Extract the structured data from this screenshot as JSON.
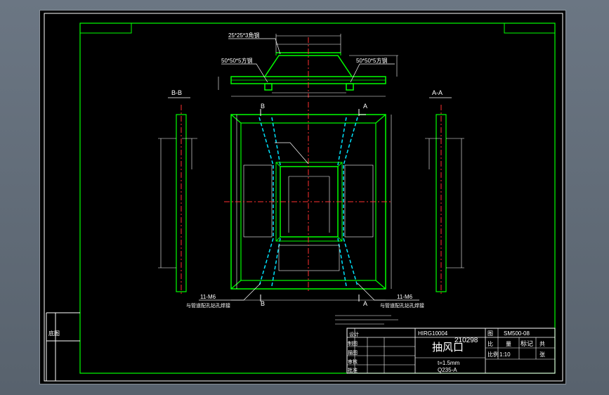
{
  "drawing": {
    "labels": {
      "angle_small": "25*25*3角钢",
      "angle_left": "50*50*5方钢",
      "angle_right": "50*50*5方钢",
      "section_b": "B-B",
      "section_a": "A-A",
      "mark_b_top": "B",
      "mark_a_top": "A",
      "mark_b_bottom": "B",
      "mark_a_bottom": "A",
      "bolt_left": "11-M6",
      "bolt_right": "11-M6",
      "bolt_note_left": "与管道配孔钻孔焊接",
      "bolt_note_right": "与管道配孔钻孔焊接",
      "rotated_ditu": "底图",
      "part_code": "HIRG10004",
      "part_number": "210298",
      "part_name": "抽风口",
      "thickness": "t=1.5mm",
      "material": "Q235-A",
      "drawing_no": "SM500-08",
      "scale": "1:10",
      "col_label_1": "图",
      "col_label_2": "量",
      "col_label_3": "标记",
      "col_label_4": "比",
      "col_label_5": "共",
      "col_label_6": "张",
      "row_label_1": "设计",
      "row_label_2": "制图",
      "row_label_3": "描图",
      "row_label_4": "审核",
      "row_label_5": "批准",
      "row_label_6": "比例"
    },
    "colors": {
      "background": "#000000",
      "frame": "#00ff00",
      "geometry": "#ffffff",
      "centerline": "#ff3030",
      "hidden": "#00e5ff",
      "accent": "#00ff00",
      "viewport_border": "#8a929c"
    }
  }
}
